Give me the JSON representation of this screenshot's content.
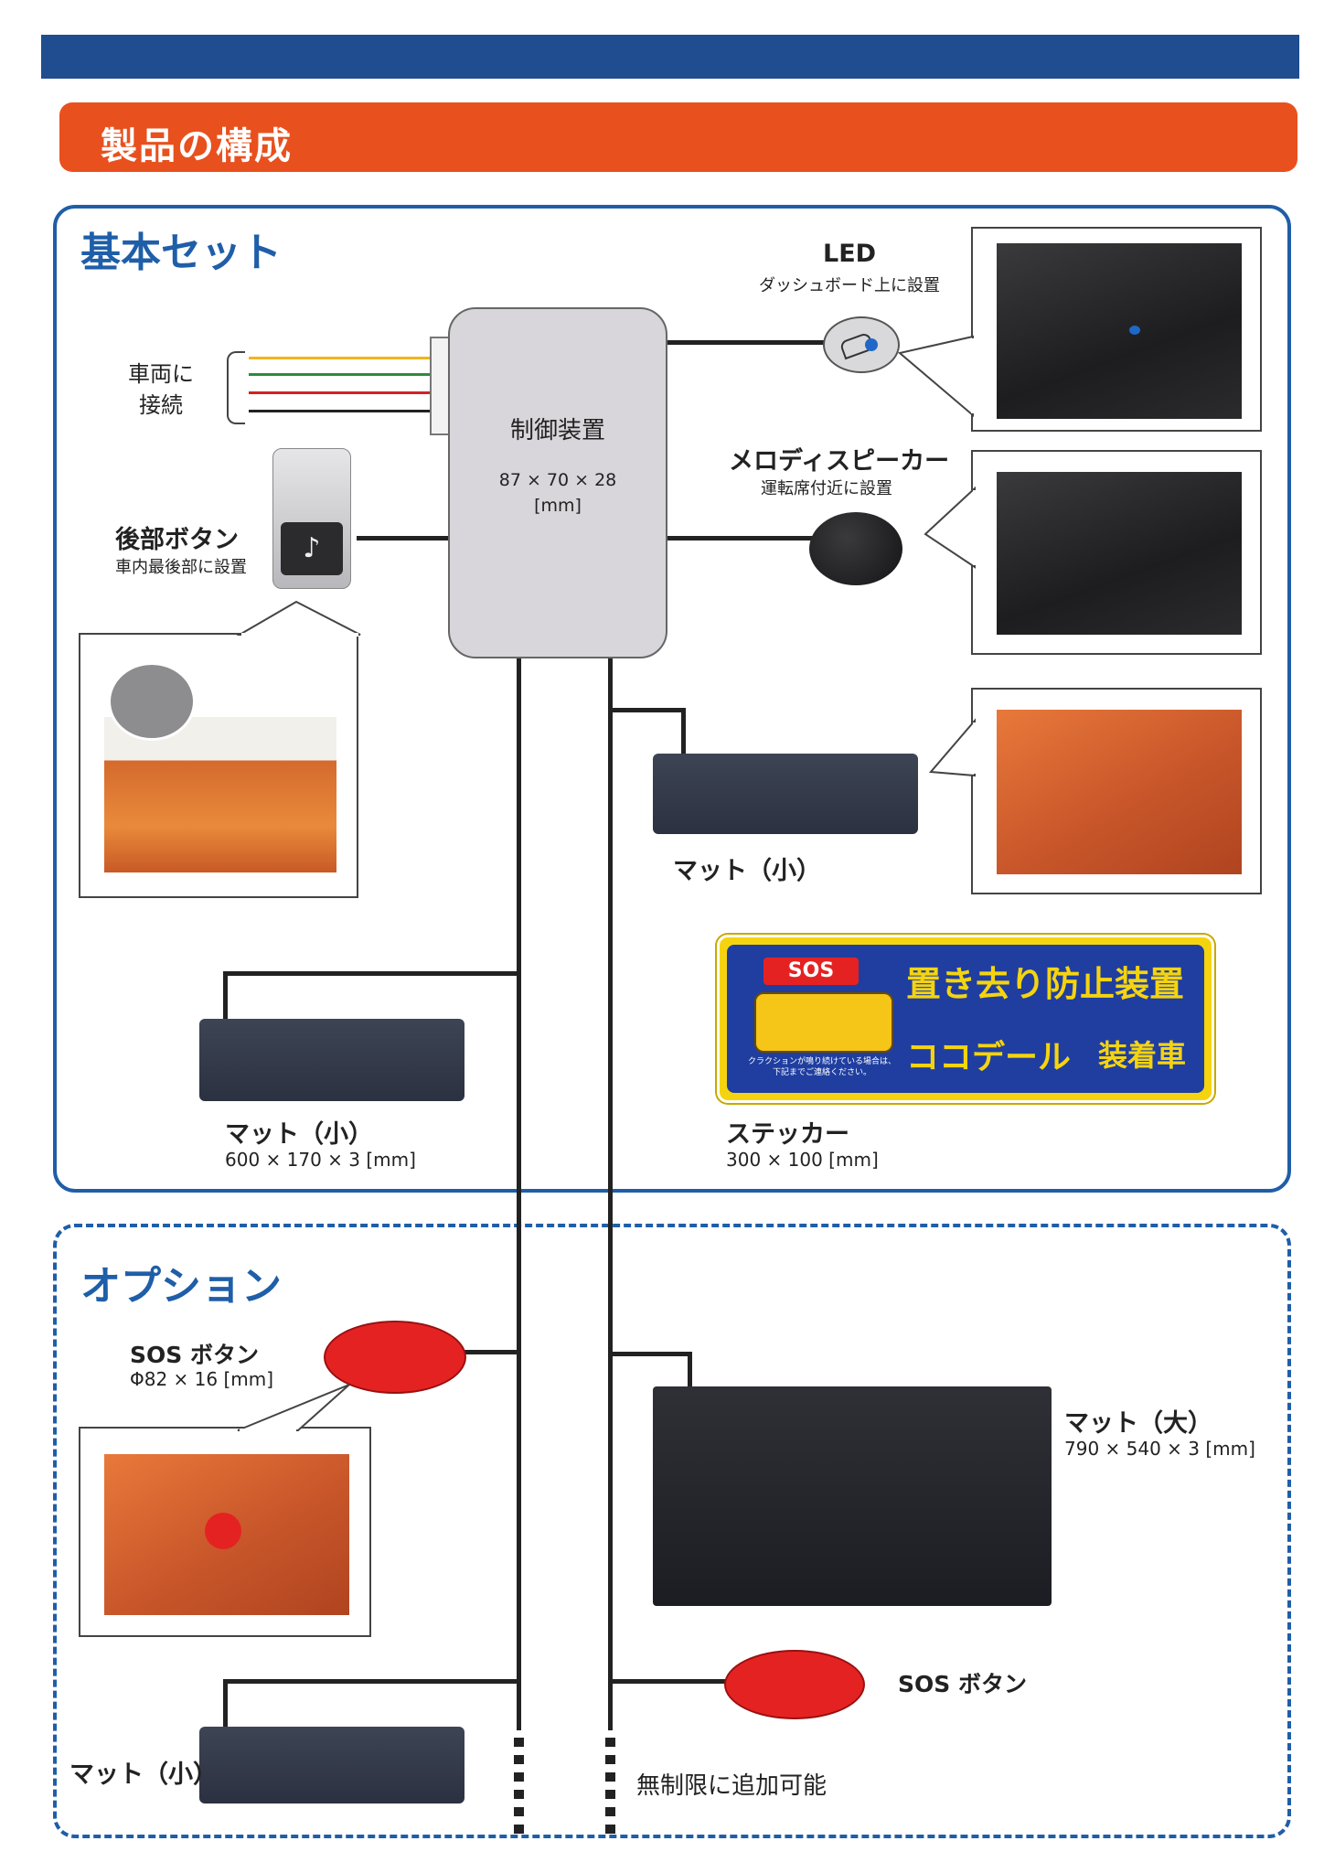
{
  "section_title": "製品の構成",
  "basic_set": {
    "heading": "基本セット",
    "vehicle_connect_line1": "車両に",
    "vehicle_connect_line2": "接続",
    "controller": {
      "name": "制御装置",
      "dims": "87 × 70 × 28",
      "unit": "[mm]"
    },
    "led": {
      "name": "LED",
      "note": "ダッシュボード上に設置"
    },
    "speaker": {
      "name": "メロディスピーカー",
      "note": "運転席付近に設置"
    },
    "rear_button": {
      "name": "後部ボタン",
      "note": "車内最後部に設置"
    },
    "mat_small_right": {
      "name": "マット（小）"
    },
    "mat_small_left": {
      "name": "マット（小）",
      "dims": "600 × 170 × 3 [mm]"
    },
    "sticker": {
      "name": "ステッカー",
      "dims": "300 × 100 [mm]",
      "sos": "SOS",
      "line1": "置き去り防止装置",
      "brand": "ココデール",
      "line2": "装着車",
      "small1": "クラクションが鳴り続けている場合は、",
      "small2": "下記までご連絡ください。"
    }
  },
  "options": {
    "heading": "オプション",
    "sos_button": {
      "name": "SOS ボタン",
      "dims": "Φ82 × 16 [mm]"
    },
    "mat_large": {
      "name": "マット（大）",
      "dims": "790 × 540 × 3 [mm]"
    },
    "sos_button2": {
      "name": "SOS ボタン"
    },
    "mat_small": {
      "name": "マット（小）"
    },
    "unlimited": "無制限に追加可能"
  },
  "colors": {
    "top_bar": "#1f4d8f",
    "section_bar": "#e8501e",
    "panel_border": "#1f5ea8",
    "sos_red": "#e52222"
  }
}
